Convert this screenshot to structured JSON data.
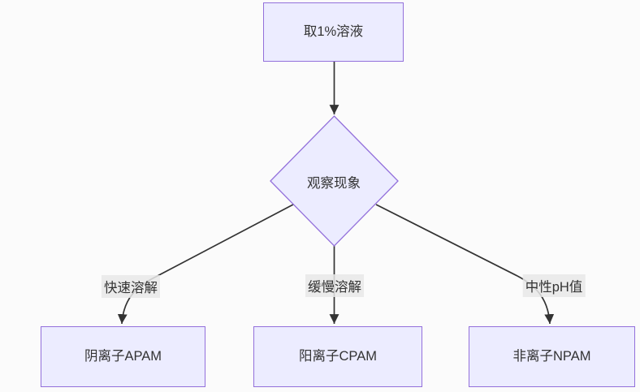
{
  "diagram": {
    "type": "flowchart",
    "direction": "top-down",
    "colors": {
      "background": "#fbfbfb",
      "node_fill": "#ECECFF",
      "node_border": "#9370DB",
      "edge_stroke": "#333333",
      "edge_label_background": "#e8e8e8",
      "text": "#333333"
    },
    "nodes": {
      "start": {
        "label": "取1%溶液",
        "shape": "rectangle"
      },
      "decision": {
        "label": "观察现象",
        "shape": "diamond"
      },
      "result_apam": {
        "label": "阴离子APAM",
        "shape": "rectangle"
      },
      "result_cpam": {
        "label": "阳离子CPAM",
        "shape": "rectangle"
      },
      "result_npam": {
        "label": "非离子NPAM",
        "shape": "rectangle"
      }
    },
    "edges": [
      {
        "from": "start",
        "to": "decision",
        "label": ""
      },
      {
        "from": "decision",
        "to": "result_apam",
        "label": "快速溶解"
      },
      {
        "from": "decision",
        "to": "result_cpam",
        "label": "缓慢溶解"
      },
      {
        "from": "decision",
        "to": "result_npam",
        "label": "中性pH值"
      }
    ],
    "edge_labels": {
      "fast": "快速溶解",
      "slow": "缓慢溶解",
      "neutral": "中性pH值"
    }
  }
}
